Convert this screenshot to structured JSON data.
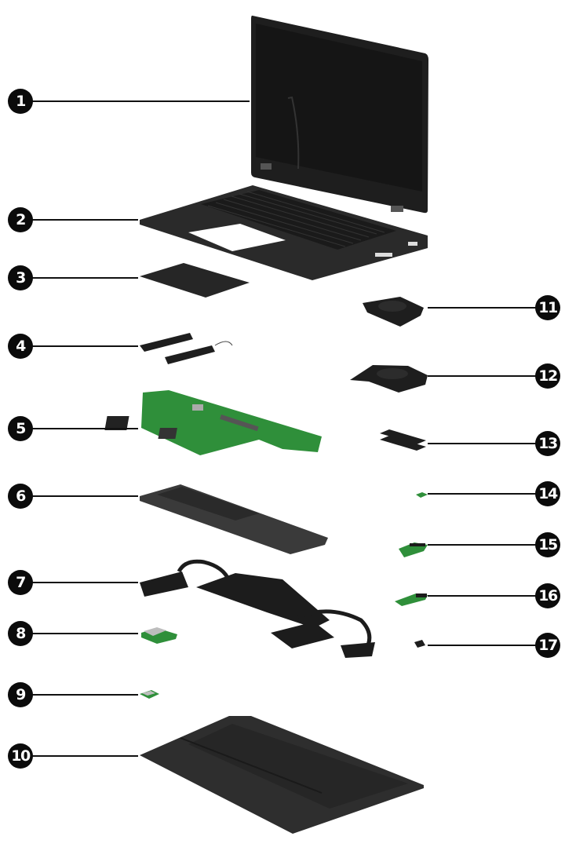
{
  "diagram": {
    "type": "exploded-parts-view",
    "colors": {
      "callout_fill": "#0b0b0b",
      "callout_text": "#ffffff",
      "leader_line": "#111111",
      "part_dark": "#2b2b2b",
      "part_darker": "#1c1c1c",
      "pcb_green": "#2f8f3a",
      "metal": "#bdbdbd"
    },
    "callouts": [
      {
        "number": "1",
        "part": "display-assembly"
      },
      {
        "number": "2",
        "part": "top-cover-keyboard"
      },
      {
        "number": "3",
        "part": "touchpad"
      },
      {
        "number": "4",
        "part": "speakers"
      },
      {
        "number": "5",
        "part": "system-board"
      },
      {
        "number": "6",
        "part": "battery"
      },
      {
        "number": "7",
        "part": "heat-sink"
      },
      {
        "number": "8",
        "part": "ssd"
      },
      {
        "number": "9",
        "part": "wlan-module"
      },
      {
        "number": "10",
        "part": "bottom-cover"
      },
      {
        "number": "11",
        "part": "fan-left"
      },
      {
        "number": "12",
        "part": "fan-right"
      },
      {
        "number": "13",
        "part": "memory-modules"
      },
      {
        "number": "14",
        "part": "small-board"
      },
      {
        "number": "15",
        "part": "usb-board"
      },
      {
        "number": "16",
        "part": "io-board"
      },
      {
        "number": "17",
        "part": "small-bracket"
      }
    ]
  }
}
